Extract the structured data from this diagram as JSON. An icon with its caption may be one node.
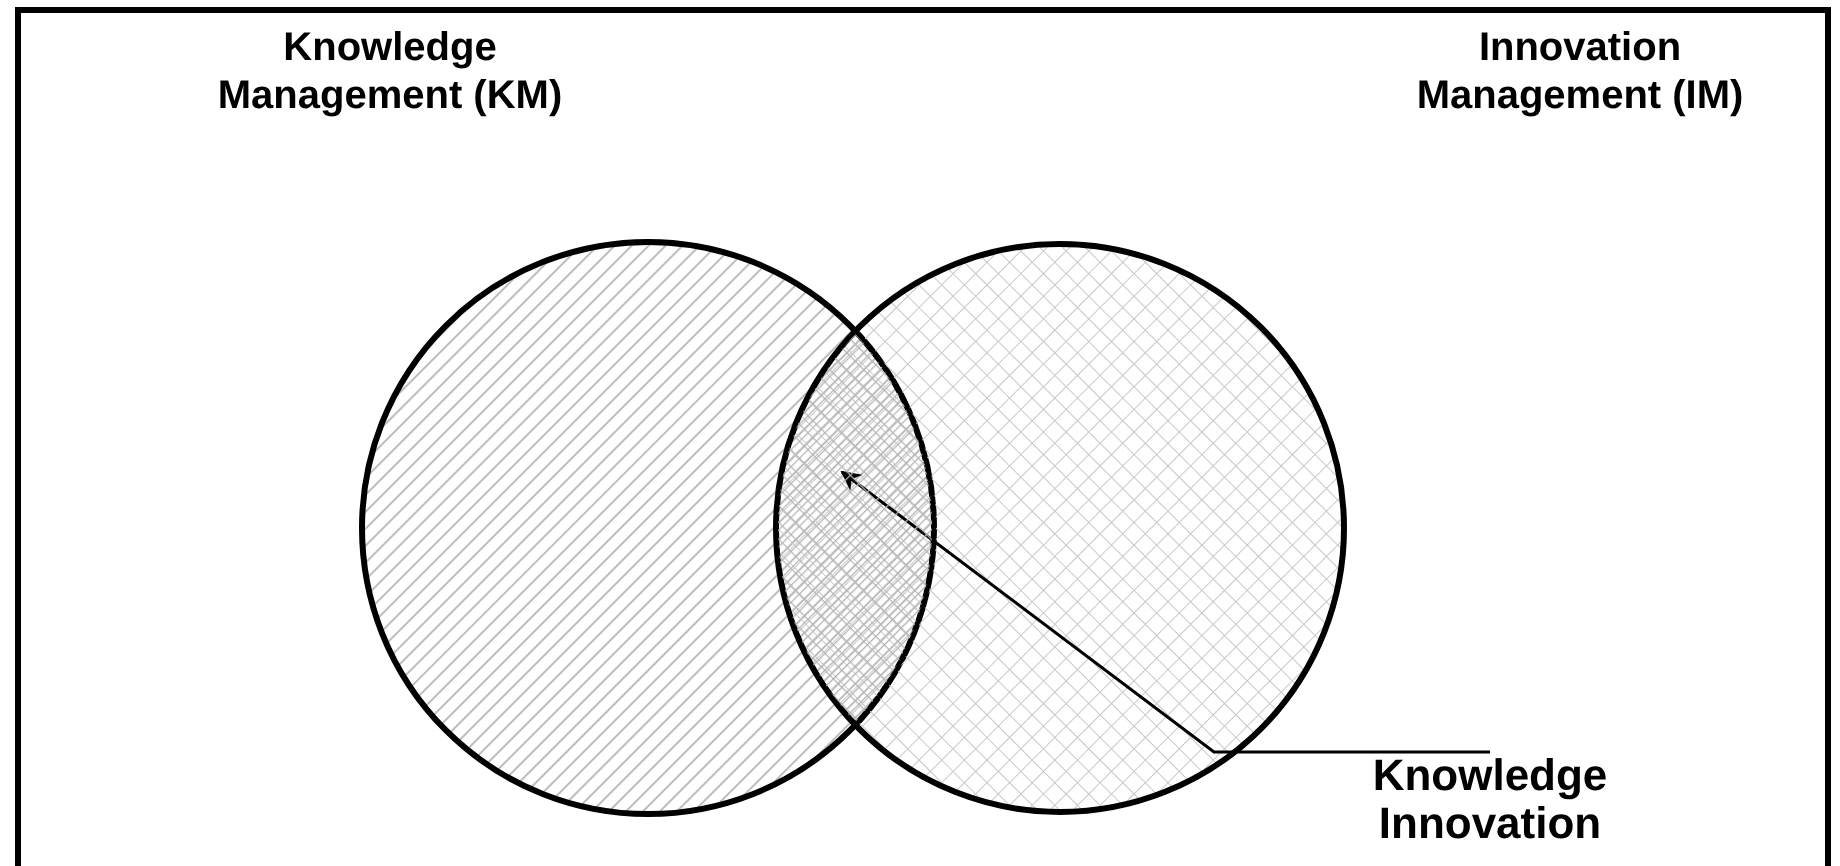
{
  "diagram": {
    "nodes": [
      {
        "text": [
          "Knowledge Management (KM)"
        ]
      },
      {
        "text": [
          "Innovation Management (IM)"
        ]
      },
      {
        "text": [
          "Knowledge Innovation"
        ]
      },
      {
        "text": [],
        "shape": "lens"
      }
    ],
    "edges": [
      {
        "from": 2,
        "to": 3,
        "arrow": "to"
      }
    ]
  }
}
